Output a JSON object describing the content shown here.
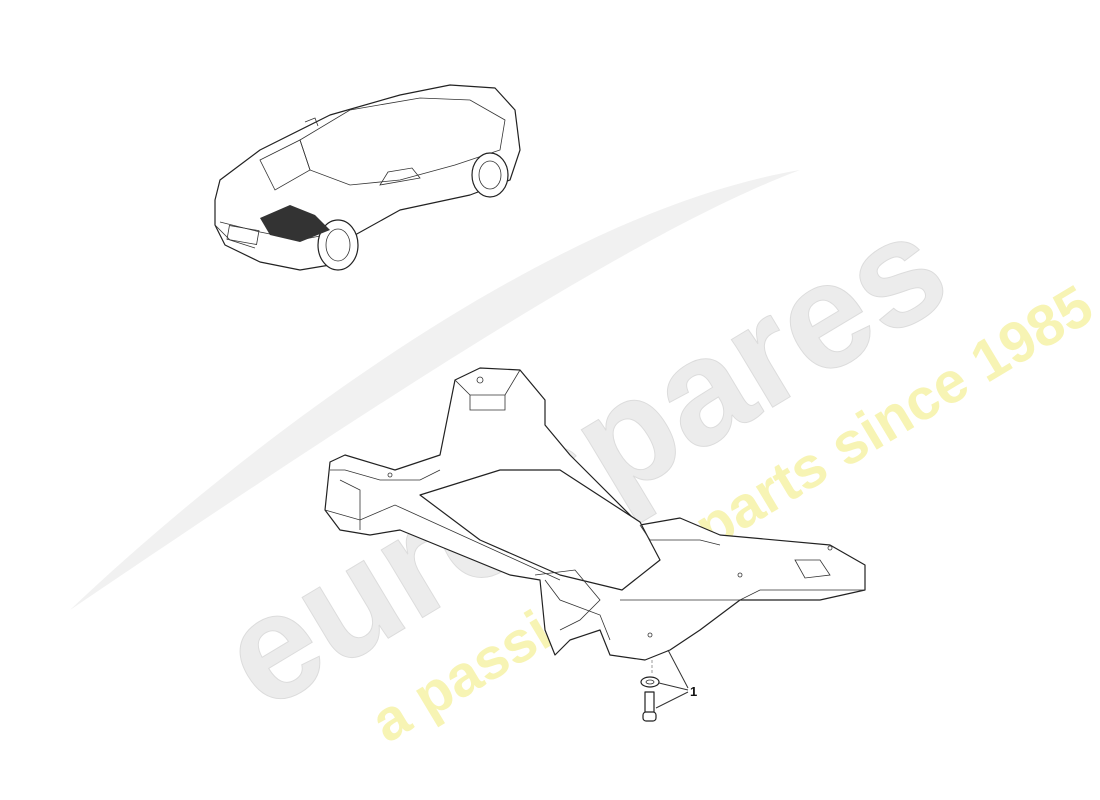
{
  "diagram": {
    "callouts": [
      {
        "label": "1",
        "parts": [
          "washer",
          "bolt"
        ]
      }
    ]
  },
  "watermark": {
    "brand": "eurospares",
    "tagline": "a passion for parts since 1985",
    "brand_color": "#e8e8e8",
    "tagline_color": "#f6f3a8"
  }
}
